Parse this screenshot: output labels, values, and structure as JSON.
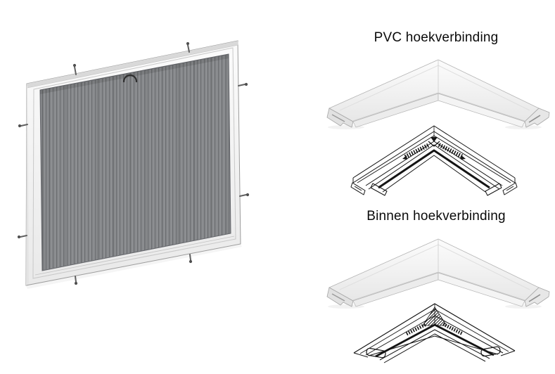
{
  "page": {
    "background_color": "#ffffff"
  },
  "sections": [
    {
      "title": "PVC hoekverbinding"
    },
    {
      "title": "Binnen hoekverbinding"
    }
  ],
  "illustrations": [
    {
      "name": "insect-screen-panel",
      "mounting_pins_count": 8,
      "pull_ring_count": 1
    },
    {
      "name": "pvc-corner-3d-render"
    },
    {
      "name": "pvc-corner-line-drawing"
    },
    {
      "name": "inner-corner-3d-render"
    },
    {
      "name": "inner-corner-line-drawing"
    }
  ],
  "colors": {
    "background": "#ffffff",
    "title-text": "#0a0a0a",
    "frame-light": "#fbfbfb",
    "frame-mid": "#e9e9e9",
    "frame-outline": "#9c9c9c",
    "mesh-base": "#85878a",
    "mesh-dark": "#6d6f72",
    "mesh-light": "#95979a",
    "drawing-ink": "#141414"
  }
}
